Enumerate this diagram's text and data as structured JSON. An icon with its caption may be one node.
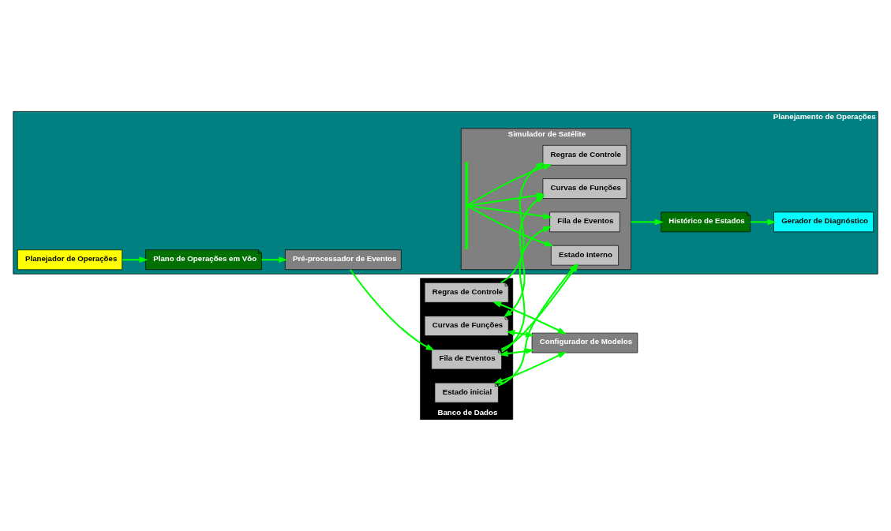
{
  "diagram": {
    "nodes": [
      {
        "text": [
          "Planejamento de Operações"
        ]
      },
      {
        "text": [
          "Planejador de Operações"
        ],
        "in": 0
      },
      {
        "text": [
          "Plano de Operações em Vôo"
        ],
        "in": 0
      },
      {
        "text": [
          "Pré-processador de Eventos"
        ],
        "in": 0
      },
      {
        "text": [
          "Simulador de Satélite"
        ],
        "in": 0
      },
      {
        "text": [
          "Fila de Eventos"
        ],
        "in": 4
      },
      {
        "text": [
          "Estado Interno"
        ],
        "in": 4
      },
      {
        "text": [
          "Curvas de Funções"
        ],
        "in": 4
      },
      {
        "text": [
          "Regras de Controle"
        ],
        "in": 4
      },
      {
        "text": [
          "Histórico de Estados"
        ],
        "in": 0
      },
      {
        "text": [
          "Gerador de Diagnóstico"
        ],
        "in": 0
      },
      {
        "text": [
          "Banco de Dados"
        ]
      },
      {
        "text": [
          "Fila de Eventos"
        ],
        "in": 11
      },
      {
        "text": [
          "Estado inicial"
        ],
        "in": 11
      },
      {
        "text": [
          "Curvas de Funções"
        ],
        "in": 11
      },
      {
        "text": [
          "Regras de Controle"
        ],
        "in": 11
      },
      {
        "text": [
          "Configurador de Modelos"
        ]
      },
      {
        "text": [],
        "shape": "bar",
        "in": 4
      }
    ],
    "edges": [
      {
        "from": 1,
        "to": 2,
        "arrow": "to"
      },
      {
        "from": 2,
        "to": 3,
        "arrow": "to"
      },
      {
        "from": 3,
        "to": 12,
        "arrow": "to"
      },
      {
        "from": 12,
        "to": 5,
        "arrow": "to"
      },
      {
        "from": 12,
        "to": 6,
        "arrow": "to"
      },
      {
        "from": 13,
        "to": 6,
        "arrow": "to"
      },
      {
        "from": 14,
        "to": 7,
        "arrow": "both"
      },
      {
        "from": 15,
        "to": 8,
        "arrow": "to"
      },
      {
        "from": 17,
        "to": 5,
        "arrow": "to"
      },
      {
        "from": 17,
        "to": 6,
        "arrow": "to"
      },
      {
        "from": 17,
        "to": 7,
        "arrow": "to"
      },
      {
        "from": 17,
        "to": 8,
        "arrow": "to"
      },
      {
        "from": 12,
        "to": 16,
        "arrow": "both"
      },
      {
        "from": 13,
        "to": 16,
        "arrow": "both"
      },
      {
        "from": 14,
        "to": 16,
        "arrow": "both"
      },
      {
        "from": 15,
        "to": 16,
        "arrow": "both"
      },
      {
        "from": 4,
        "to": 9,
        "arrow": "to"
      },
      {
        "from": 9,
        "to": 10,
        "arrow": "to"
      }
    ]
  }
}
